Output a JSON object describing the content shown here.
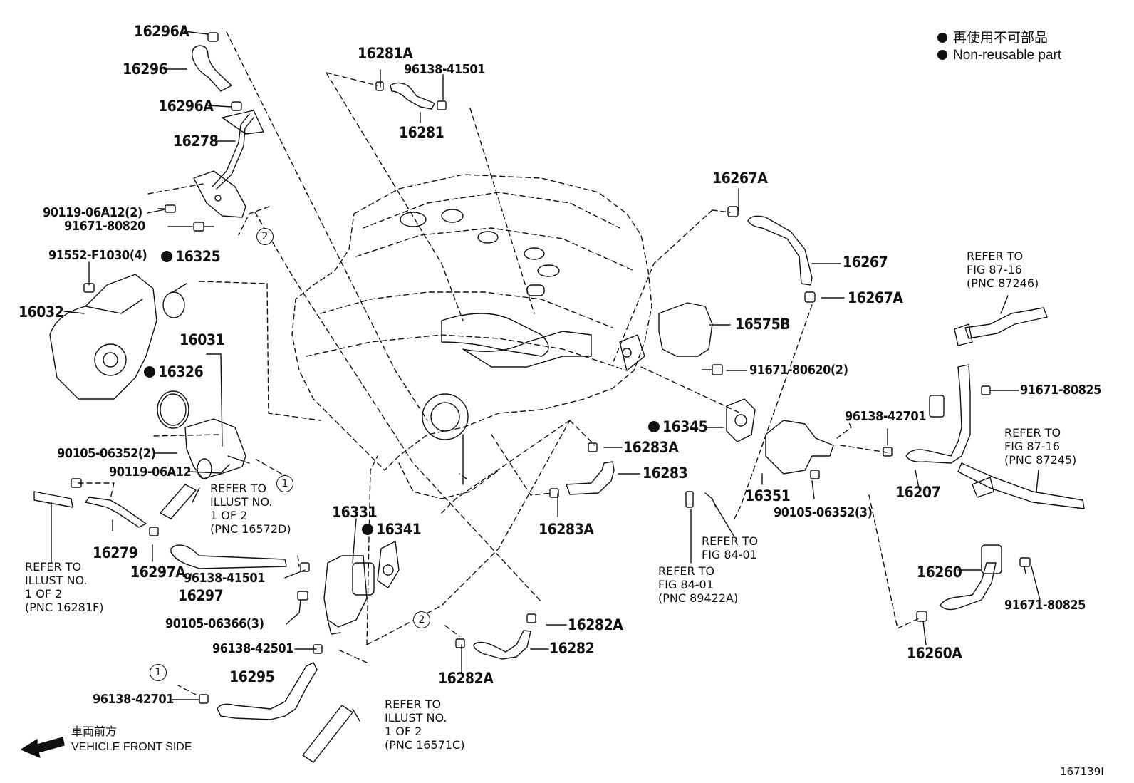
{
  "legend": {
    "jp": "再使用不可部品",
    "en": "Non-reusable part"
  },
  "front_side": {
    "jp": "車両前方",
    "en": "VEHICLE FRONT SIDE"
  },
  "figure_id": "167139I",
  "parts": {
    "p16296A_top": "16296A",
    "p16296": "16296",
    "p16296A_bot": "16296A",
    "p16278": "16278",
    "p90119_2": "90119-06A12(2)",
    "p91671_80820": "91671-80820",
    "p91552": "91552-F1030(4)",
    "p16325": "16325",
    "p16032": "16032",
    "p16031": "16031",
    "p16326": "16326",
    "p90105_06352_2": "90105-06352(2)",
    "p90119_06A12": "90119-06A12",
    "p16279": "16279",
    "p16297A": "16297A",
    "p16297": "16297",
    "p96138_41501_b": "96138-41501",
    "p90105_06366": "90105-06366(3)",
    "p96138_42501": "96138-42501",
    "p16295": "16295",
    "p96138_42701_b": "96138-42701",
    "p16331": "16331",
    "p16341": "16341",
    "p16281A": "16281A",
    "p96138_41501_t": "96138-41501",
    "p16281": "16281",
    "p16267A_top": "16267A",
    "p16267": "16267",
    "p16267A_bot": "16267A",
    "p16575B": "16575B",
    "p91671_80620": "91671-80620(2)",
    "p16345": "16345",
    "p16283A_top": "16283A",
    "p16283": "16283",
    "p16283A_bot": "16283A",
    "p16351": "16351",
    "p90105_06352_3": "90105-06352(3)",
    "p96138_42701_r": "96138-42701",
    "p16207": "16207",
    "p91671_80825_t": "91671-80825",
    "p16260": "16260",
    "p91671_80825_b": "91671-80825",
    "p16260A": "16260A",
    "p16282A_top": "16282A",
    "p16282": "16282",
    "p16282A_bot": "16282A"
  },
  "notes": {
    "refer_87_16_a": [
      "REFER TO",
      "FIG 87-16",
      "(PNC 87246)"
    ],
    "refer_87_16_b": [
      "REFER TO",
      "FIG 87-16",
      "(PNC 87245)"
    ],
    "refer_84_01_a": [
      "REFER TO",
      "FIG 84-01"
    ],
    "refer_84_01_b": [
      "REFER TO",
      "FIG 84-01",
      "(PNC 89422A)"
    ],
    "refer_16572D": [
      "REFER TO",
      "ILLUST NO.",
      "1 OF 2",
      "(PNC 16572D)"
    ],
    "refer_16281F": [
      "REFER TO",
      "ILLUST NO.",
      "1 OF 2",
      "(PNC 16281F)"
    ],
    "refer_16571C": [
      "REFER TO",
      "ILLUST NO.",
      "1 OF 2",
      "(PNC 16571C)"
    ]
  },
  "markers": {
    "one": "1",
    "two": "2"
  }
}
